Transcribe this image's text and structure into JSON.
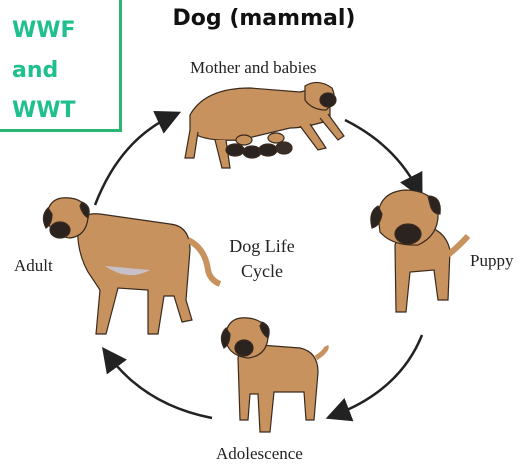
{
  "side_box": {
    "lines": [
      "WWF",
      "and",
      "WWT"
    ]
  },
  "title": "Dog (mammal)",
  "center_label": {
    "line1": "Dog Life",
    "line2": "Cycle"
  },
  "stages": {
    "top": "Mother and babies",
    "right": "Puppy",
    "bottom": "Adolescence",
    "left": "Adult"
  },
  "colors": {
    "accent_text": "#1fc08e",
    "box_border": "#2bb673",
    "dog_fur": "#c8925e",
    "dog_dark": "#2a2320",
    "arrow": "#222222"
  }
}
